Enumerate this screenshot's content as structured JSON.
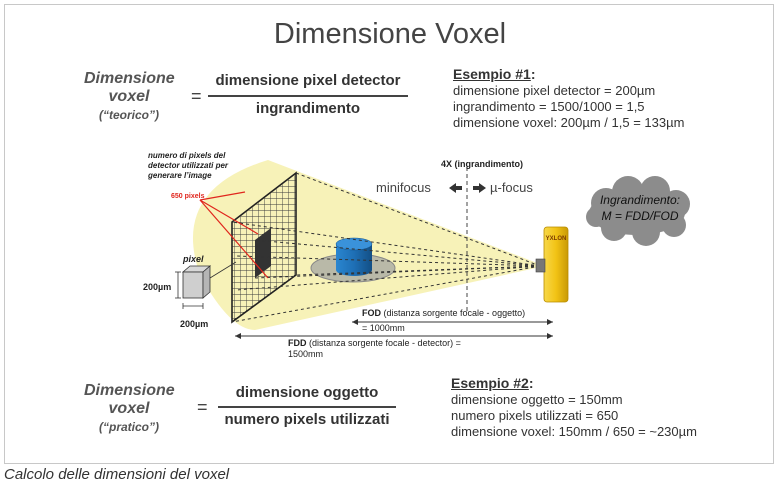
{
  "title": "Dimensione Voxel",
  "top_formula": {
    "label_line1": "Dimensione",
    "label_line2": "voxel",
    "label_line3": "(“teorico”)",
    "equals": "=",
    "numerator": "dimensione pixel detector",
    "denominator": "ingrandimento"
  },
  "example1": {
    "heading": "Esempio #1",
    "heading_suffix": ":",
    "lines": [
      "dimensione pixel detector = 200µm",
      "ingrandimento = 1500/1000 = 1,5",
      "dimensione voxel: 200µm / 1,5 = 133µm"
    ]
  },
  "diagram": {
    "detector_note_line1": "numero di pixels del",
    "detector_note_line2": "detector utilizzati per",
    "detector_note_line3": "generare l’image",
    "pixels_650": "650 pixels",
    "pixel_label": "pixel",
    "size_vertical": "200µm",
    "size_horizontal": "200µm",
    "magnification": "4X (ingrandimento)",
    "minifocus": "minifocus",
    "mufocus": "µ-focus",
    "cloud_line1": "Ingrandimento:",
    "cloud_line2": "M = FDD/FOD",
    "source_brand": "YXLON",
    "fod_bold": "FOD",
    "fod_text": " (distanza sorgente focale - oggetto)",
    "fod_value": "= 1000mm",
    "fdd_bold": "FDD",
    "fdd_text": " (distanza sorgente focale - detector) =",
    "fdd_value": "1500mm",
    "colors": {
      "beam": "#f7f2b8",
      "source": "#f2c315",
      "object": "#1e6fb5",
      "stage": "#b9b9a8",
      "cloud": "#8c8c8c",
      "red": "#e0261d"
    }
  },
  "bottom_formula": {
    "label_line1": "Dimensione",
    "label_line2": "voxel",
    "label_line3": "(“pratico”)",
    "equals": "=",
    "numerator": "dimensione oggetto",
    "denominator": "numero pixels utilizzati"
  },
  "example2": {
    "heading": "Esempio #2",
    "heading_suffix": ":",
    "lines": [
      "dimensione oggetto = 150mm",
      "numero pixels utilizzati = 650",
      "dimensione voxel: 150mm / 650 = ~230µm"
    ]
  },
  "caption": "Calcolo delle dimensioni del voxel"
}
